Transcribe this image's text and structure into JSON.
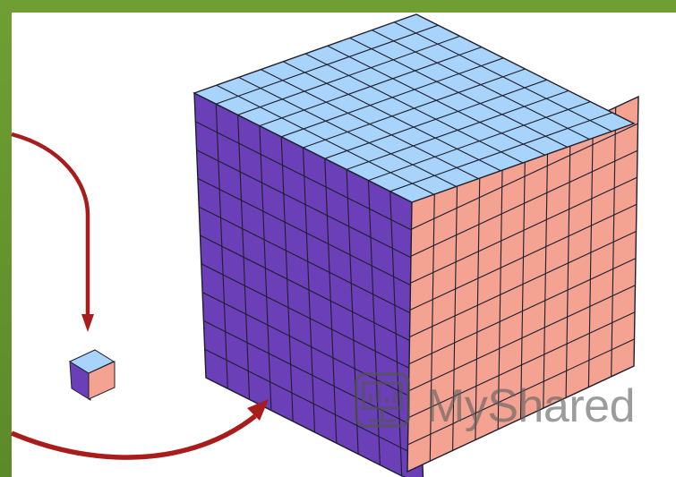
{
  "diagram": {
    "large_cube": {
      "divisions": 10
    },
    "small_cube": {
      "divisions": 1
    },
    "arrows": [
      "arrow-to-small-cube",
      "arrow-to-large-cube"
    ]
  },
  "colors": {
    "frame": "#6b9a30",
    "top_face": "#a8d4fb",
    "left_face": "#6a3fb8",
    "right_face": "#f4a392",
    "grid_line": "#1f1f2e",
    "arrow": "#a81c1c"
  },
  "watermark": {
    "text": "MyShared"
  }
}
